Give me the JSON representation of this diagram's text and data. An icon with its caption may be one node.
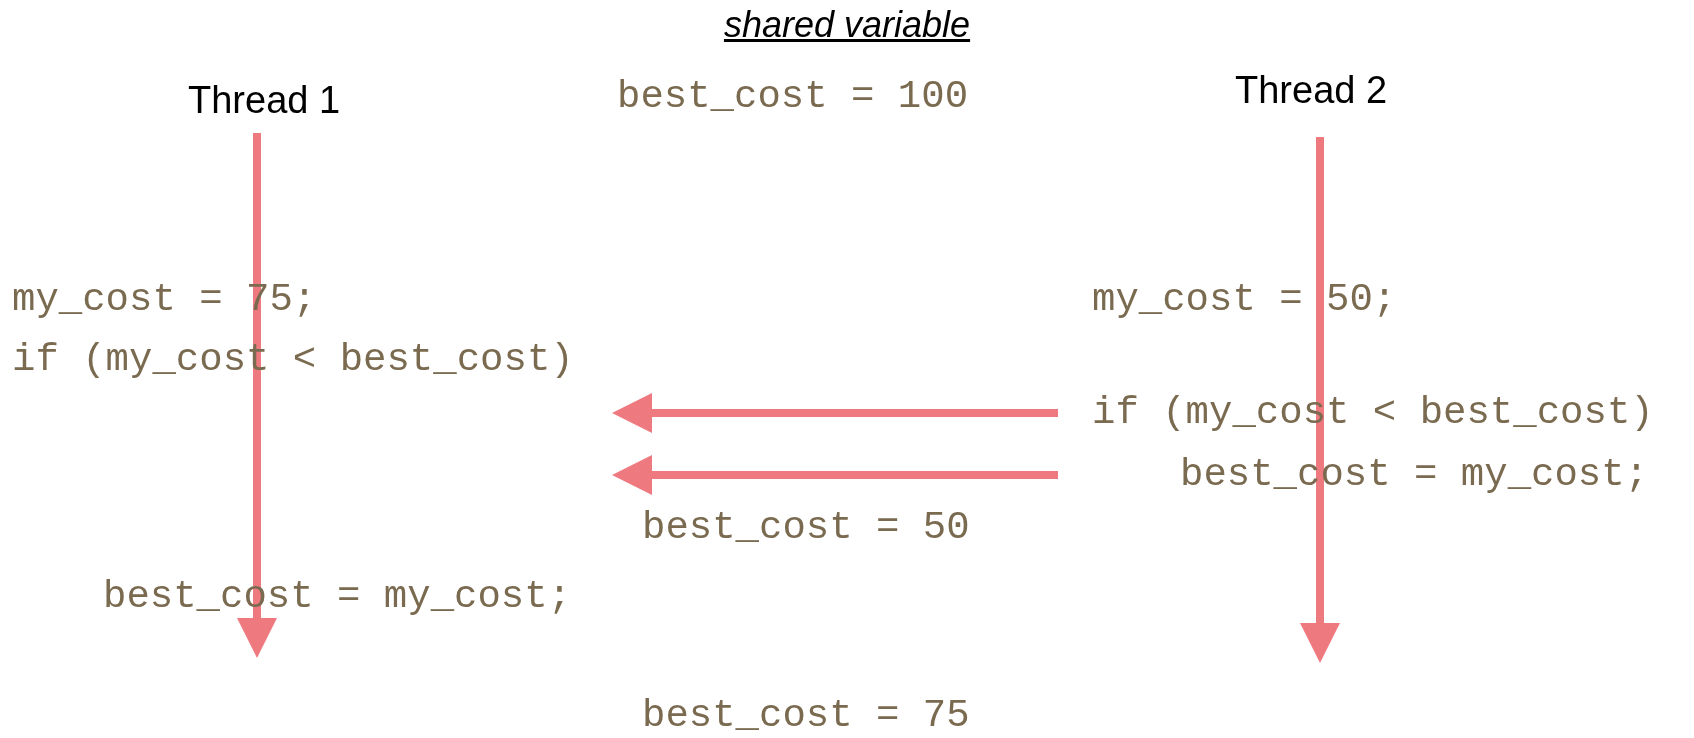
{
  "diagram": {
    "title": "shared variable",
    "nodes": [
      {
        "text": [
          "Thread 1"
        ]
      },
      {
        "text": [
          "Thread 2"
        ]
      },
      {
        "text": [
          "if (my_cost < best_cost)"
        ]
      },
      {
        "text": [
          "best_cost = my_cost;"
        ]
      }
    ],
    "edges": [
      {
        "from": 2,
        "to": null,
        "arrow": "to"
      },
      {
        "from": 3,
        "to": null,
        "arrow": "to"
      }
    ],
    "labels": [
      "best_cost = 100",
      "my_cost = 75;",
      "my_cost = 50;",
      "if (my_cost < best_cost)",
      "best_cost = 50",
      "best_cost = my_cost;",
      "best_cost = 75"
    ]
  }
}
